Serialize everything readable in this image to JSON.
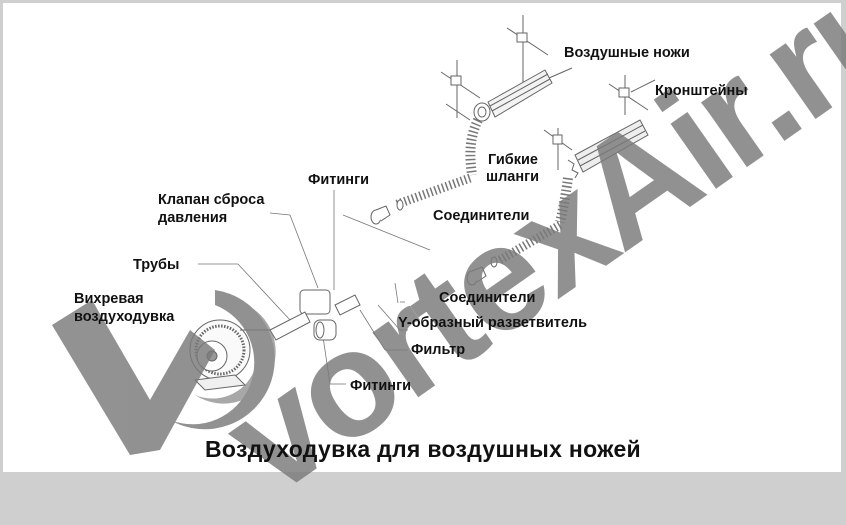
{
  "diagram": {
    "title": "Воздуходувка для воздушных ножей",
    "labels": {
      "air_knives": "Воздушные ножи",
      "brackets": "Кронштейны",
      "flex_hoses_line1": "Гибкие",
      "flex_hoses_line2": "шланги",
      "connectors_upper": "Соединители",
      "connectors_lower": "Соединители",
      "fittings_upper": "Фитинги",
      "relief_valve_line1": "Клапан сброса",
      "relief_valve_line2": "давления",
      "pipes": "Трубы",
      "vortex_blower_line1": "Вихревая",
      "vortex_blower_line2": "воздуходувка",
      "y_splitter": "Y-образный разветвитель",
      "filter": "Фильтр",
      "fittings_lower": "Фитинги"
    },
    "watermark": "vortexAir.ru",
    "colors": {
      "background": "#ffffff",
      "border": "#cfcfcf",
      "text": "#111111",
      "watermark": "#7a7a7a",
      "line_art": "#555555"
    }
  }
}
